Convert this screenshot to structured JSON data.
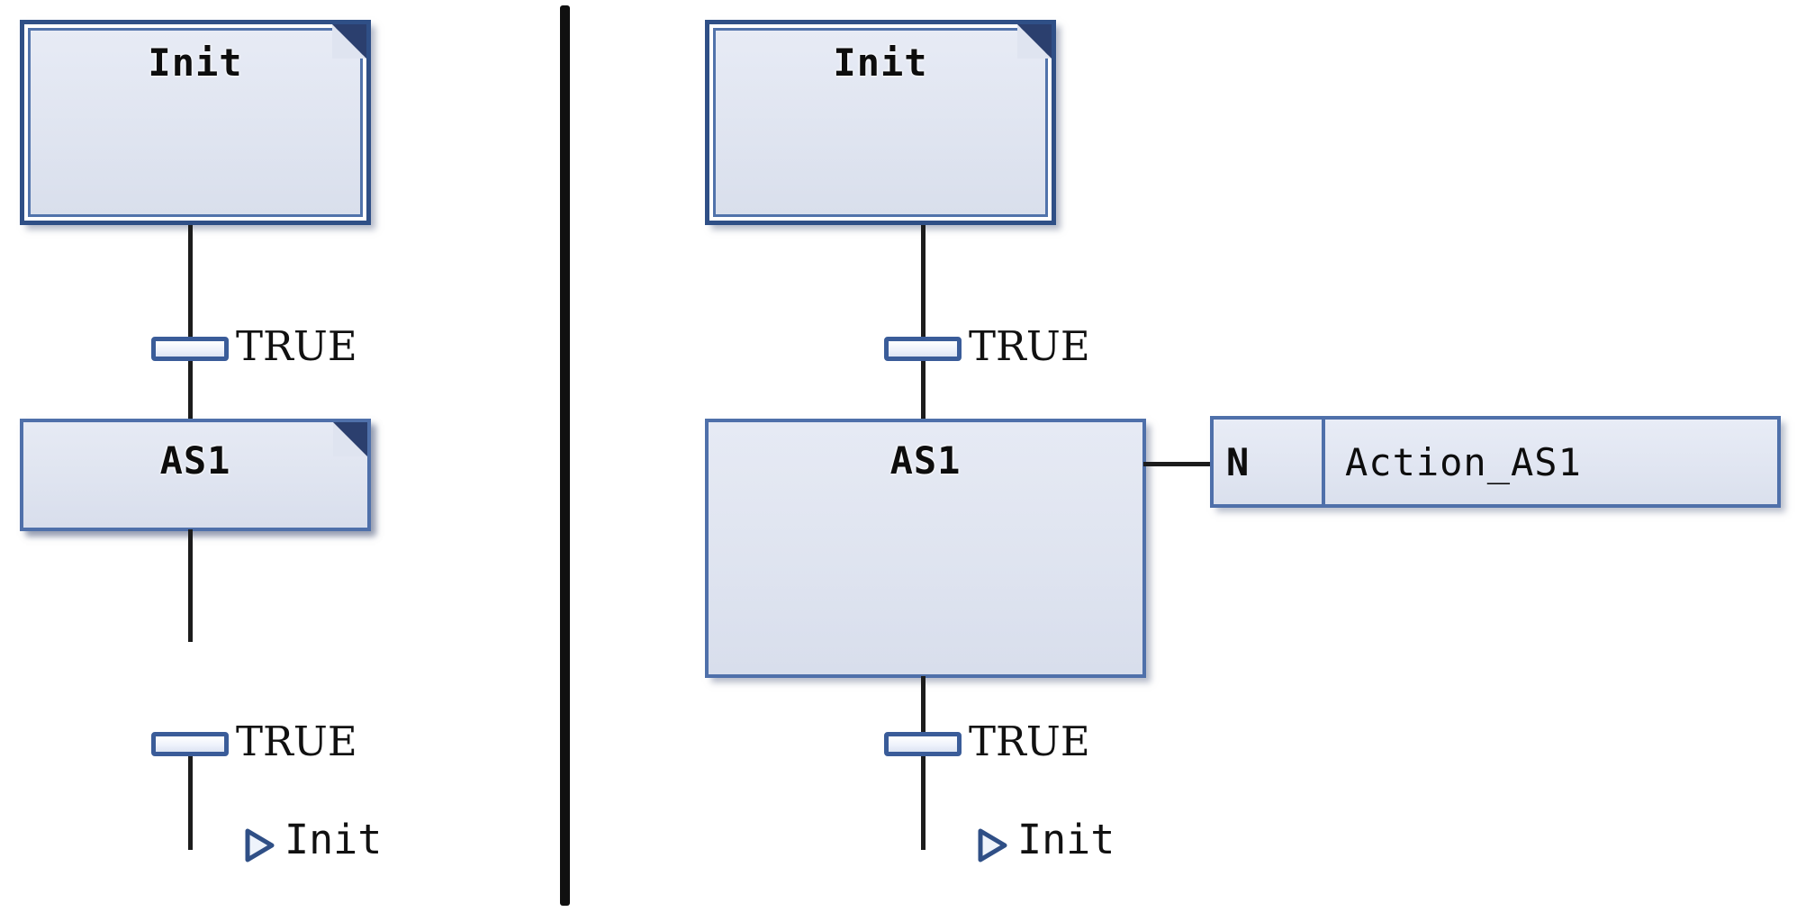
{
  "diagram": {
    "type": "sfc-sequential-function-chart",
    "title": "",
    "separator": {
      "name": "vertical-divider",
      "color": "#101010"
    },
    "colors": {
      "step_fill": "#dfe4f0",
      "step_border": "#4f70aa",
      "initial_step_border": "#2f4f86",
      "corner_bevel": "#2b3f6e",
      "connector_line": "#1c1c1c",
      "transition_border": "#3a5c99",
      "jump_arrow": "#2f4f86",
      "text": "#0d0d0d"
    },
    "panels": [
      {
        "id": "left",
        "name": "sfc-without-action",
        "steps": [
          {
            "id": "init",
            "label": "Init",
            "kind": "initial-step",
            "has_corner_bevel": true
          },
          {
            "id": "as1",
            "label": "AS1",
            "kind": "step",
            "has_corner_bevel": true
          }
        ],
        "transitions": [
          {
            "id": "t1",
            "label": "TRUE",
            "from": "init",
            "to": "as1"
          },
          {
            "id": "t2",
            "label": "TRUE",
            "from": "as1",
            "to": "jump-init"
          }
        ],
        "jumps": [
          {
            "id": "jump-init",
            "label": "Init",
            "target": "Init"
          }
        ],
        "actions": []
      },
      {
        "id": "right",
        "name": "sfc-with-action",
        "steps": [
          {
            "id": "init",
            "label": "Init",
            "kind": "initial-step",
            "has_corner_bevel": true
          },
          {
            "id": "as1",
            "label": "AS1",
            "kind": "step",
            "has_corner_bevel": false
          }
        ],
        "transitions": [
          {
            "id": "t1",
            "label": "TRUE",
            "from": "init",
            "to": "as1"
          },
          {
            "id": "t2",
            "label": "TRUE",
            "from": "as1",
            "to": "jump-init"
          }
        ],
        "jumps": [
          {
            "id": "jump-init",
            "label": "Init",
            "target": "Init"
          }
        ],
        "actions": [
          {
            "id": "a1",
            "attached_to": "as1",
            "qualifier": "N",
            "name": "Action_AS1"
          }
        ]
      }
    ]
  }
}
